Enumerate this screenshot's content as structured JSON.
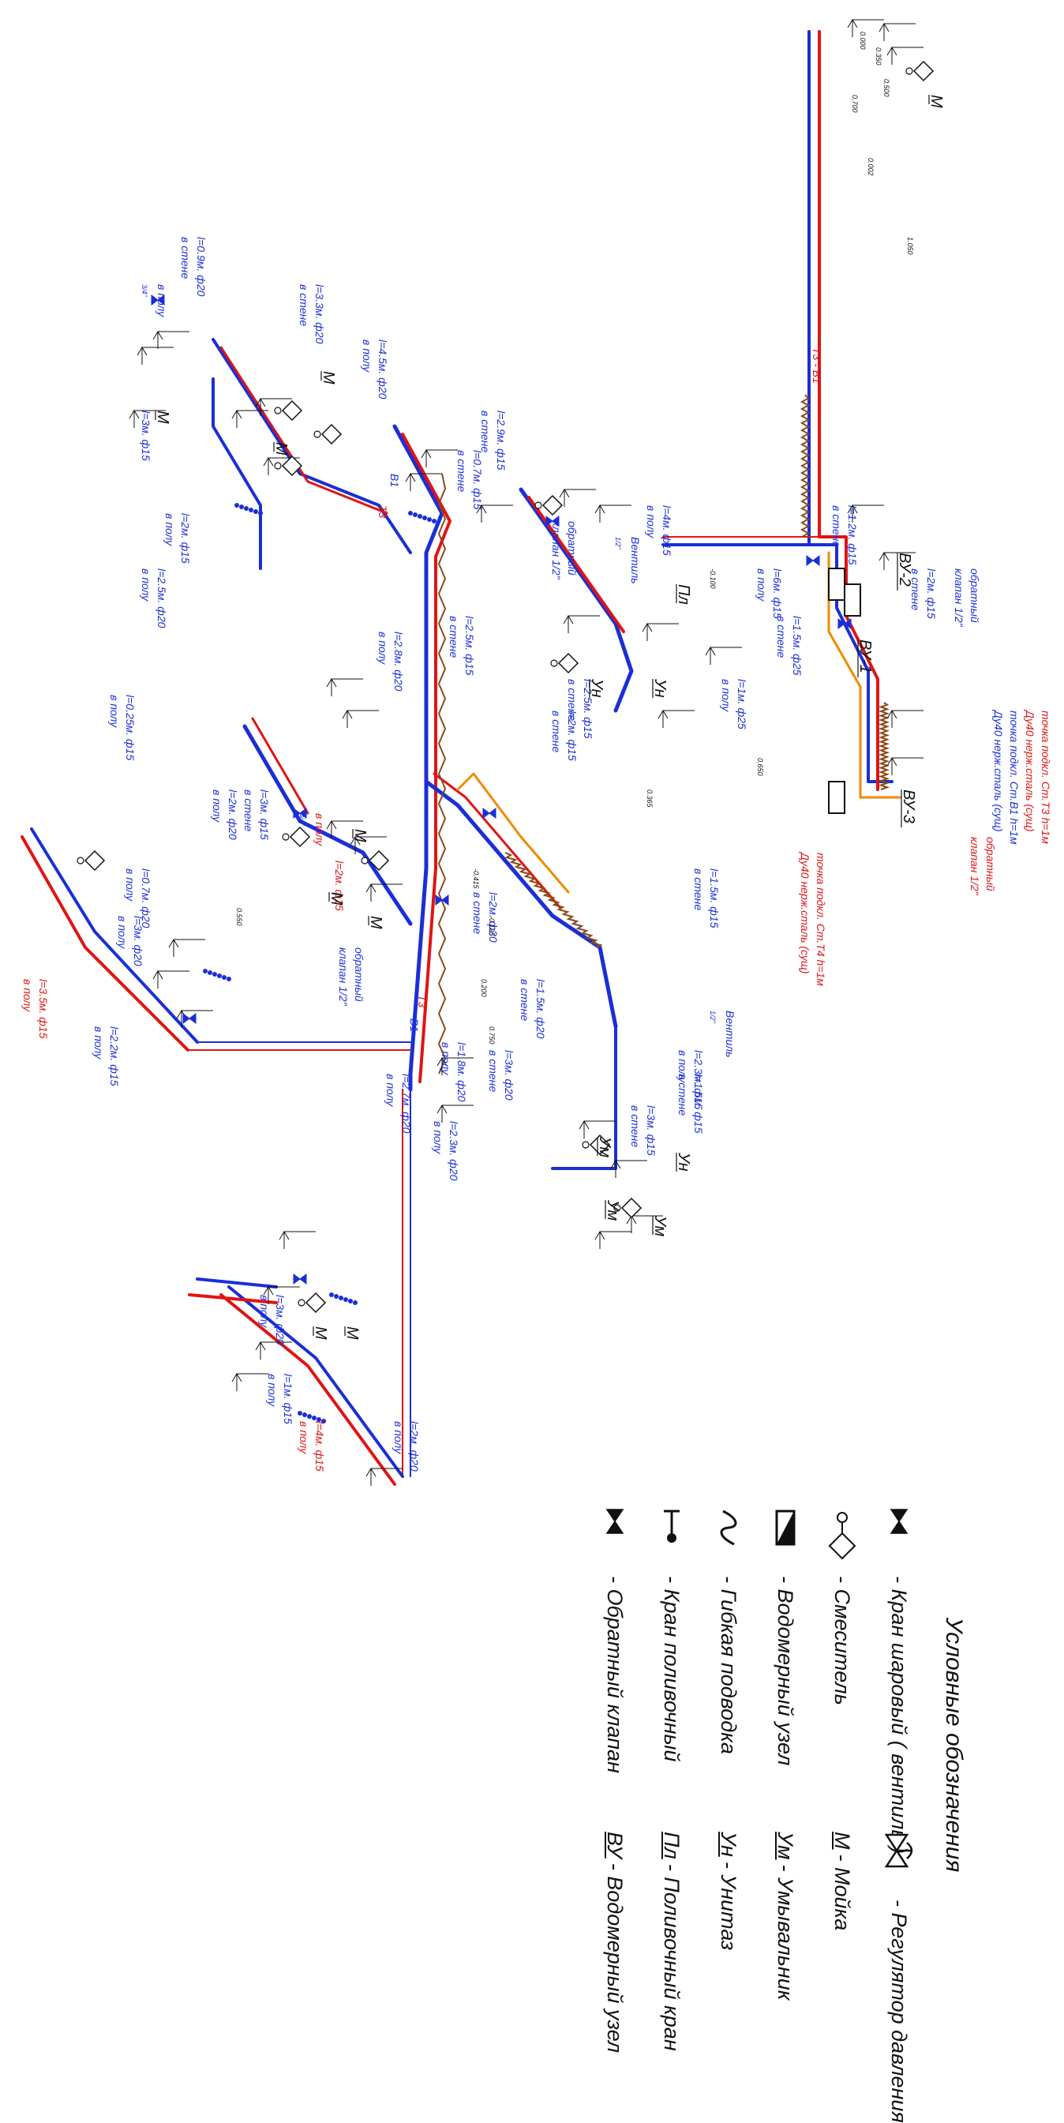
{
  "legend": {
    "title": "Условные обозначения",
    "left_items": [
      {
        "icon": "ball-valve-icon",
        "text": "- Кран шаровый ( вентиль )"
      },
      {
        "icon": "mixer-icon",
        "text": "- Смеситель"
      },
      {
        "icon": "water-meter-icon",
        "text": "- Водомерный узел"
      },
      {
        "icon": "flexible-hose-icon",
        "text": "- Гибкая подводка"
      },
      {
        "icon": "watering-tap-icon",
        "text": "- Кран поливочный"
      },
      {
        "icon": "check-valve-icon",
        "text": "- Обратный клапан"
      }
    ],
    "right_items": [
      {
        "icon": "pressure-regulator-icon",
        "abbr": "",
        "text": "- Регулятор давления"
      },
      {
        "icon": "",
        "abbr": "М",
        "text": "- Мойка"
      },
      {
        "icon": "",
        "abbr": "Ум",
        "text": "- Умывальник"
      },
      {
        "icon": "",
        "abbr": "Ун",
        "text": "- Унитаз"
      },
      {
        "icon": "",
        "abbr": "Пл",
        "text": "- Поливочный кран"
      },
      {
        "icon": "",
        "abbr": "ВУ",
        "text": "- Водомерный узел"
      }
    ]
  },
  "colors": {
    "cold": "#1a2fd6",
    "hot": "#e01414",
    "recirc": "#f08a00",
    "text_blue": "#1a2fd6",
    "text_red": "#e01414",
    "ink": "#111111"
  },
  "labels": [
    {
      "text": "ВУ-1",
      "color": "ink"
    },
    {
      "text": "ВУ-2",
      "color": "ink"
    },
    {
      "text": "ВУ-3",
      "color": "ink"
    },
    {
      "text": "Т3",
      "color": "red"
    },
    {
      "text": "В1",
      "color": "blue"
    },
    {
      "text": "Т3",
      "color": "red"
    },
    {
      "text": "В1",
      "color": "blue"
    },
    {
      "text": "Т3 - В1",
      "color": "red"
    },
    {
      "text": "точка подкл. Ст.Т3 h=1м",
      "color": "red"
    },
    {
      "text": "Ду40 нерж.сталь (сущ)",
      "color": "red"
    },
    {
      "text": "точка подкл. Ст.В1 h=1м",
      "color": "blue"
    },
    {
      "text": "Ду40 нерж.сталь (сущ)",
      "color": "blue"
    },
    {
      "text": "точка подкл. Ст.Т4 h=1м",
      "color": "red"
    },
    {
      "text": "Ду40 нерж.сталь (сущ)",
      "color": "red"
    },
    {
      "text": "обратный",
      "color": "red"
    },
    {
      "text": "клапан 1/2\"",
      "color": "red"
    },
    {
      "text": "обратный",
      "color": "blue"
    },
    {
      "text": "клапан 1/2\"",
      "color": "blue"
    },
    {
      "text": "l=2м. ф15",
      "color": "blue"
    },
    {
      "text": "в стене",
      "color": "blue"
    },
    {
      "text": "l=1.2м. ф15",
      "color": "blue"
    },
    {
      "text": "в стене",
      "color": "blue"
    },
    {
      "text": "l=6м. ф15",
      "color": "blue"
    },
    {
      "text": "в полу",
      "color": "blue"
    },
    {
      "text": "l=1.5м. ф25",
      "color": "blue"
    },
    {
      "text": "в стене",
      "color": "blue"
    },
    {
      "text": "l=1м. ф25",
      "color": "blue"
    },
    {
      "text": "в полу",
      "color": "blue"
    },
    {
      "text": "l=4м. ф15",
      "color": "blue"
    },
    {
      "text": "в полу",
      "color": "blue"
    },
    {
      "text": "Вентиль",
      "color": "blue"
    },
    {
      "text": "1/2\"",
      "color": "blue"
    },
    {
      "text": "обратный",
      "color": "blue"
    },
    {
      "text": "клапан 1/2\"",
      "color": "blue"
    },
    {
      "text": "l=0.7м. ф15",
      "color": "blue"
    },
    {
      "text": "в стене",
      "color": "blue"
    },
    {
      "text": "l=2.9м. ф15",
      "color": "blue"
    },
    {
      "text": "в стене",
      "color": "blue"
    },
    {
      "text": "l=2м. ф15",
      "color": "blue"
    },
    {
      "text": "в стене",
      "color": "blue"
    },
    {
      "text": "l=2.5м. ф15",
      "color": "blue"
    },
    {
      "text": "в стене",
      "color": "blue"
    },
    {
      "text": "l=2.5м. ф15",
      "color": "blue"
    },
    {
      "text": "в стене",
      "color": "blue"
    },
    {
      "text": "l=2.8м. ф20",
      "color": "blue"
    },
    {
      "text": "в полу",
      "color": "blue"
    },
    {
      "text": "l=4.5м. ф20",
      "color": "blue"
    },
    {
      "text": "в полу",
      "color": "blue"
    },
    {
      "text": "l=3.3м. ф20",
      "color": "blue"
    },
    {
      "text": "в стене",
      "color": "blue"
    },
    {
      "text": "l=0.9м. ф20",
      "color": "blue"
    },
    {
      "text": "в стене",
      "color": "blue"
    },
    {
      "text": "l=3м. ф15",
      "color": "blue"
    },
    {
      "text": "в полу",
      "color": "blue"
    },
    {
      "text": "3/4\"",
      "color": "blue"
    },
    {
      "text": "l=2м. ф15",
      "color": "blue"
    },
    {
      "text": "в полу",
      "color": "blue"
    },
    {
      "text": "l=2.5м. ф20",
      "color": "blue"
    },
    {
      "text": "в полу",
      "color": "blue"
    },
    {
      "text": "l=0.25м. ф15",
      "color": "blue"
    },
    {
      "text": "в полу",
      "color": "blue"
    },
    {
      "text": "l=2м. ф20",
      "color": "blue"
    },
    {
      "text": "в полу",
      "color": "blue"
    },
    {
      "text": "l=3м. ф15",
      "color": "blue"
    },
    {
      "text": "в стене",
      "color": "blue"
    },
    {
      "text": "l=2м. ф15",
      "color": "red"
    },
    {
      "text": "в полу",
      "color": "red"
    },
    {
      "text": "3/4\"",
      "color": "blue"
    },
    {
      "text": "l=2м. ф20",
      "color": "blue"
    },
    {
      "text": "в стене",
      "color": "blue"
    },
    {
      "text": "l=1.5м. ф20",
      "color": "blue"
    },
    {
      "text": "в стене",
      "color": "blue"
    },
    {
      "text": "l=3м. ф20",
      "color": "blue"
    },
    {
      "text": "в стене",
      "color": "blue"
    },
    {
      "text": "l=1.8м. ф20",
      "color": "blue"
    },
    {
      "text": "в полу",
      "color": "blue"
    },
    {
      "text": "l=2.7м. ф20",
      "color": "blue"
    },
    {
      "text": "в полу",
      "color": "blue"
    },
    {
      "text": "l=2.3м. ф20",
      "color": "blue"
    },
    {
      "text": "в полу",
      "color": "blue"
    },
    {
      "text": "l=2.3м. ф15",
      "color": "blue"
    },
    {
      "text": "в полу",
      "color": "blue"
    },
    {
      "text": "l=3м. ф15",
      "color": "blue"
    },
    {
      "text": "в стене",
      "color": "blue"
    },
    {
      "text": "l=2.2м. ф15",
      "color": "blue"
    },
    {
      "text": "в полу",
      "color": "blue"
    },
    {
      "text": "l=3м. ф20",
      "color": "blue"
    },
    {
      "text": "в полу",
      "color": "blue"
    },
    {
      "text": "l=0.7м. ф20",
      "color": "blue"
    },
    {
      "text": "в полу",
      "color": "blue"
    },
    {
      "text": "l=3.5м. ф15",
      "color": "red"
    },
    {
      "text": "в полу",
      "color": "red"
    },
    {
      "text": "l=1м. ф15",
      "color": "blue"
    },
    {
      "text": "в полу",
      "color": "blue"
    },
    {
      "text": "l=3м. ф20",
      "color": "blue"
    },
    {
      "text": "в полу",
      "color": "blue"
    },
    {
      "text": "l=4м. ф15",
      "color": "red"
    },
    {
      "text": "в полу",
      "color": "red"
    },
    {
      "text": "l=2м. ф20",
      "color": "blue"
    },
    {
      "text": "в полу",
      "color": "blue"
    },
    {
      "text": "l=1.5м. ф15",
      "color": "blue"
    },
    {
      "text": "в стене",
      "color": "blue"
    },
    {
      "text": "Вентиль",
      "color": "blue"
    },
    {
      "text": "1/2\"",
      "color": "blue"
    },
    {
      "text": "обратный",
      "color": "blue"
    },
    {
      "text": "клапан 1/2\"",
      "color": "blue"
    },
    {
      "text": "l=1.6м. ф15",
      "color": "blue"
    },
    {
      "text": "в стене",
      "color": "blue"
    },
    {
      "text": "М",
      "color": "ink"
    },
    {
      "text": "М",
      "color": "ink"
    },
    {
      "text": "М",
      "color": "ink"
    },
    {
      "text": "М",
      "color": "ink"
    },
    {
      "text": "М",
      "color": "ink"
    },
    {
      "text": "М",
      "color": "ink"
    },
    {
      "text": "М",
      "color": "ink"
    },
    {
      "text": "М",
      "color": "ink"
    },
    {
      "text": "М",
      "color": "ink"
    },
    {
      "text": "Ум",
      "color": "ink"
    },
    {
      "text": "Ум",
      "color": "ink"
    },
    {
      "text": "Ум",
      "color": "ink"
    },
    {
      "text": "Ун",
      "color": "ink"
    },
    {
      "text": "Ун",
      "color": "ink"
    },
    {
      "text": "Ун",
      "color": "ink"
    },
    {
      "text": "Пл",
      "color": "ink"
    },
    {
      "text": "0.000",
      "color": "ink"
    },
    {
      "text": "0.350",
      "color": "ink"
    },
    {
      "text": "0.500",
      "color": "ink"
    },
    {
      "text": "1.050",
      "color": "ink"
    },
    {
      "text": "0.700",
      "color": "ink"
    },
    {
      "text": "0.002",
      "color": "ink"
    },
    {
      "text": "-0.100",
      "color": "ink"
    },
    {
      "text": "0.650",
      "color": "ink"
    },
    {
      "text": "0.365",
      "color": "ink"
    },
    {
      "text": "-0.415",
      "color": "ink"
    },
    {
      "text": "-0.125",
      "color": "ink"
    },
    {
      "text": "0.200",
      "color": "ink"
    },
    {
      "text": "0.750",
      "color": "ink"
    },
    {
      "text": "0.550",
      "color": "ink"
    }
  ]
}
